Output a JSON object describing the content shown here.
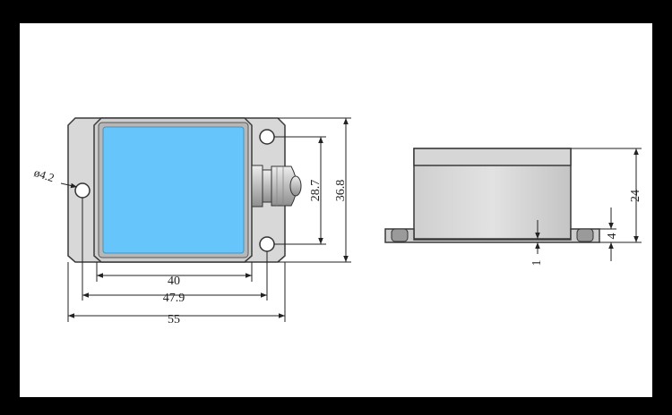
{
  "colors": {
    "frame": "#000000",
    "paper": "#ffffff",
    "body_fill": "#d3d3d3",
    "body_stroke": "#3a3a3a",
    "window_fill": "#66c6fb",
    "window_frame": "#b7b7b7",
    "dim_line": "#222222"
  },
  "front_view": {
    "hole_diameter_label": "ø4.2",
    "dim_width_window": "40",
    "dim_hole_spacing_x": "47.9",
    "dim_overall_width": "55",
    "dim_hole_spacing_y": "28.7",
    "dim_overall_height": "36.8"
  },
  "side_view": {
    "dim_height": "24",
    "dim_flange": "4",
    "dim_gap": "1"
  }
}
